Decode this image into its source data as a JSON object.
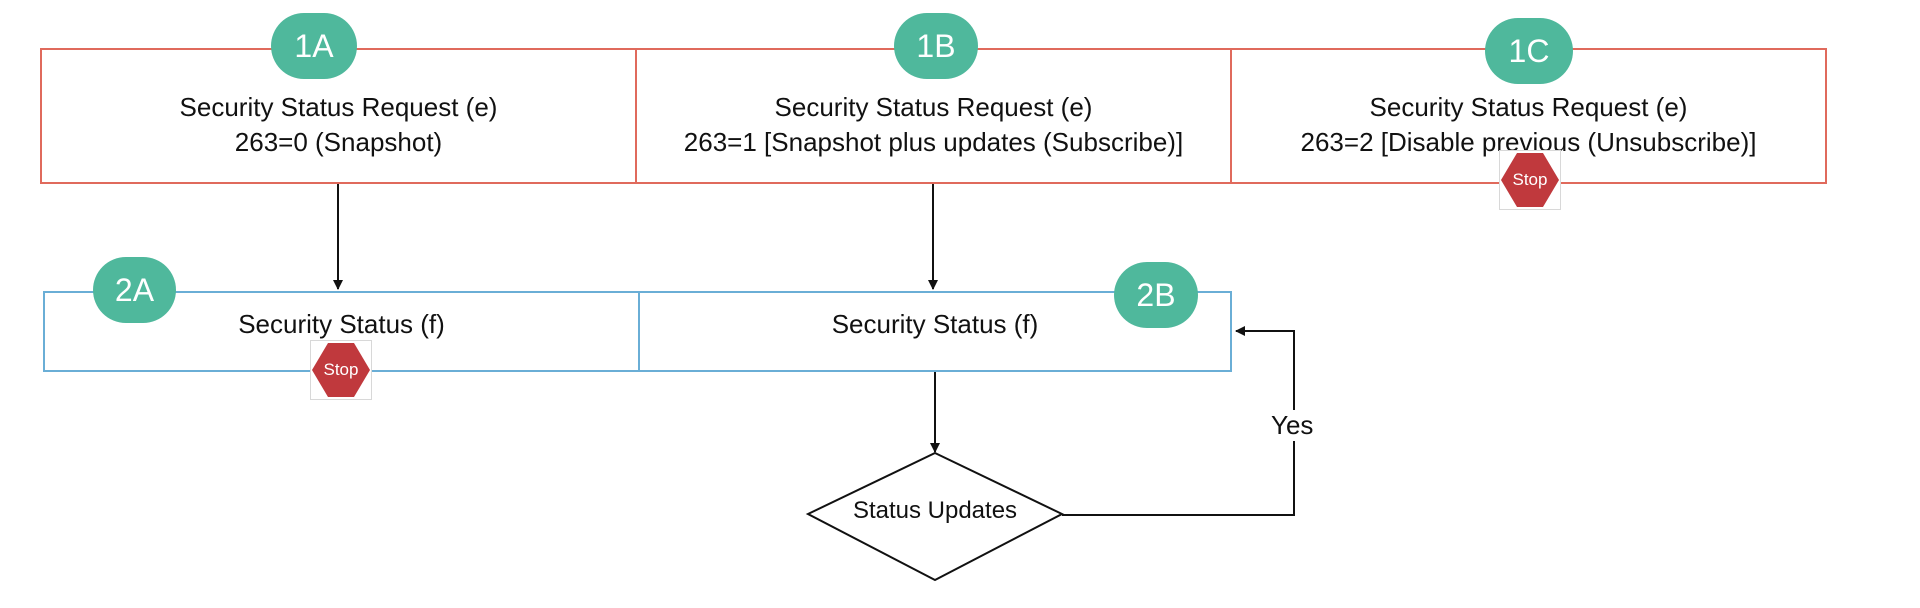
{
  "colors": {
    "request_border": "#e06a5c",
    "status_border": "#6aaed6",
    "badge": "#4fb89c",
    "stop_sign": "#c0393d"
  },
  "requests": [
    {
      "badge": "1A",
      "line1": "Security Status Request (e)",
      "line2": "263=0 (Snapshot)"
    },
    {
      "badge": "1B",
      "line1": "Security Status Request (e)",
      "line2": "263=1 [Snapshot plus updates (Subscribe)]"
    },
    {
      "badge": "1C",
      "line1": "Security Status Request (e)",
      "line2": "263=2 [Disable previous (Unsubscribe)]"
    }
  ],
  "statuses": [
    {
      "badge": "2A",
      "label": "Security Status (f)"
    },
    {
      "badge": "2B",
      "label": "Security Status (f)"
    }
  ],
  "stop_label": "Stop",
  "decision": {
    "label": "Status Updates",
    "yes_label": "Yes"
  },
  "icons": {
    "stop": "stop-sign-icon",
    "arrow": "arrow-icon"
  }
}
